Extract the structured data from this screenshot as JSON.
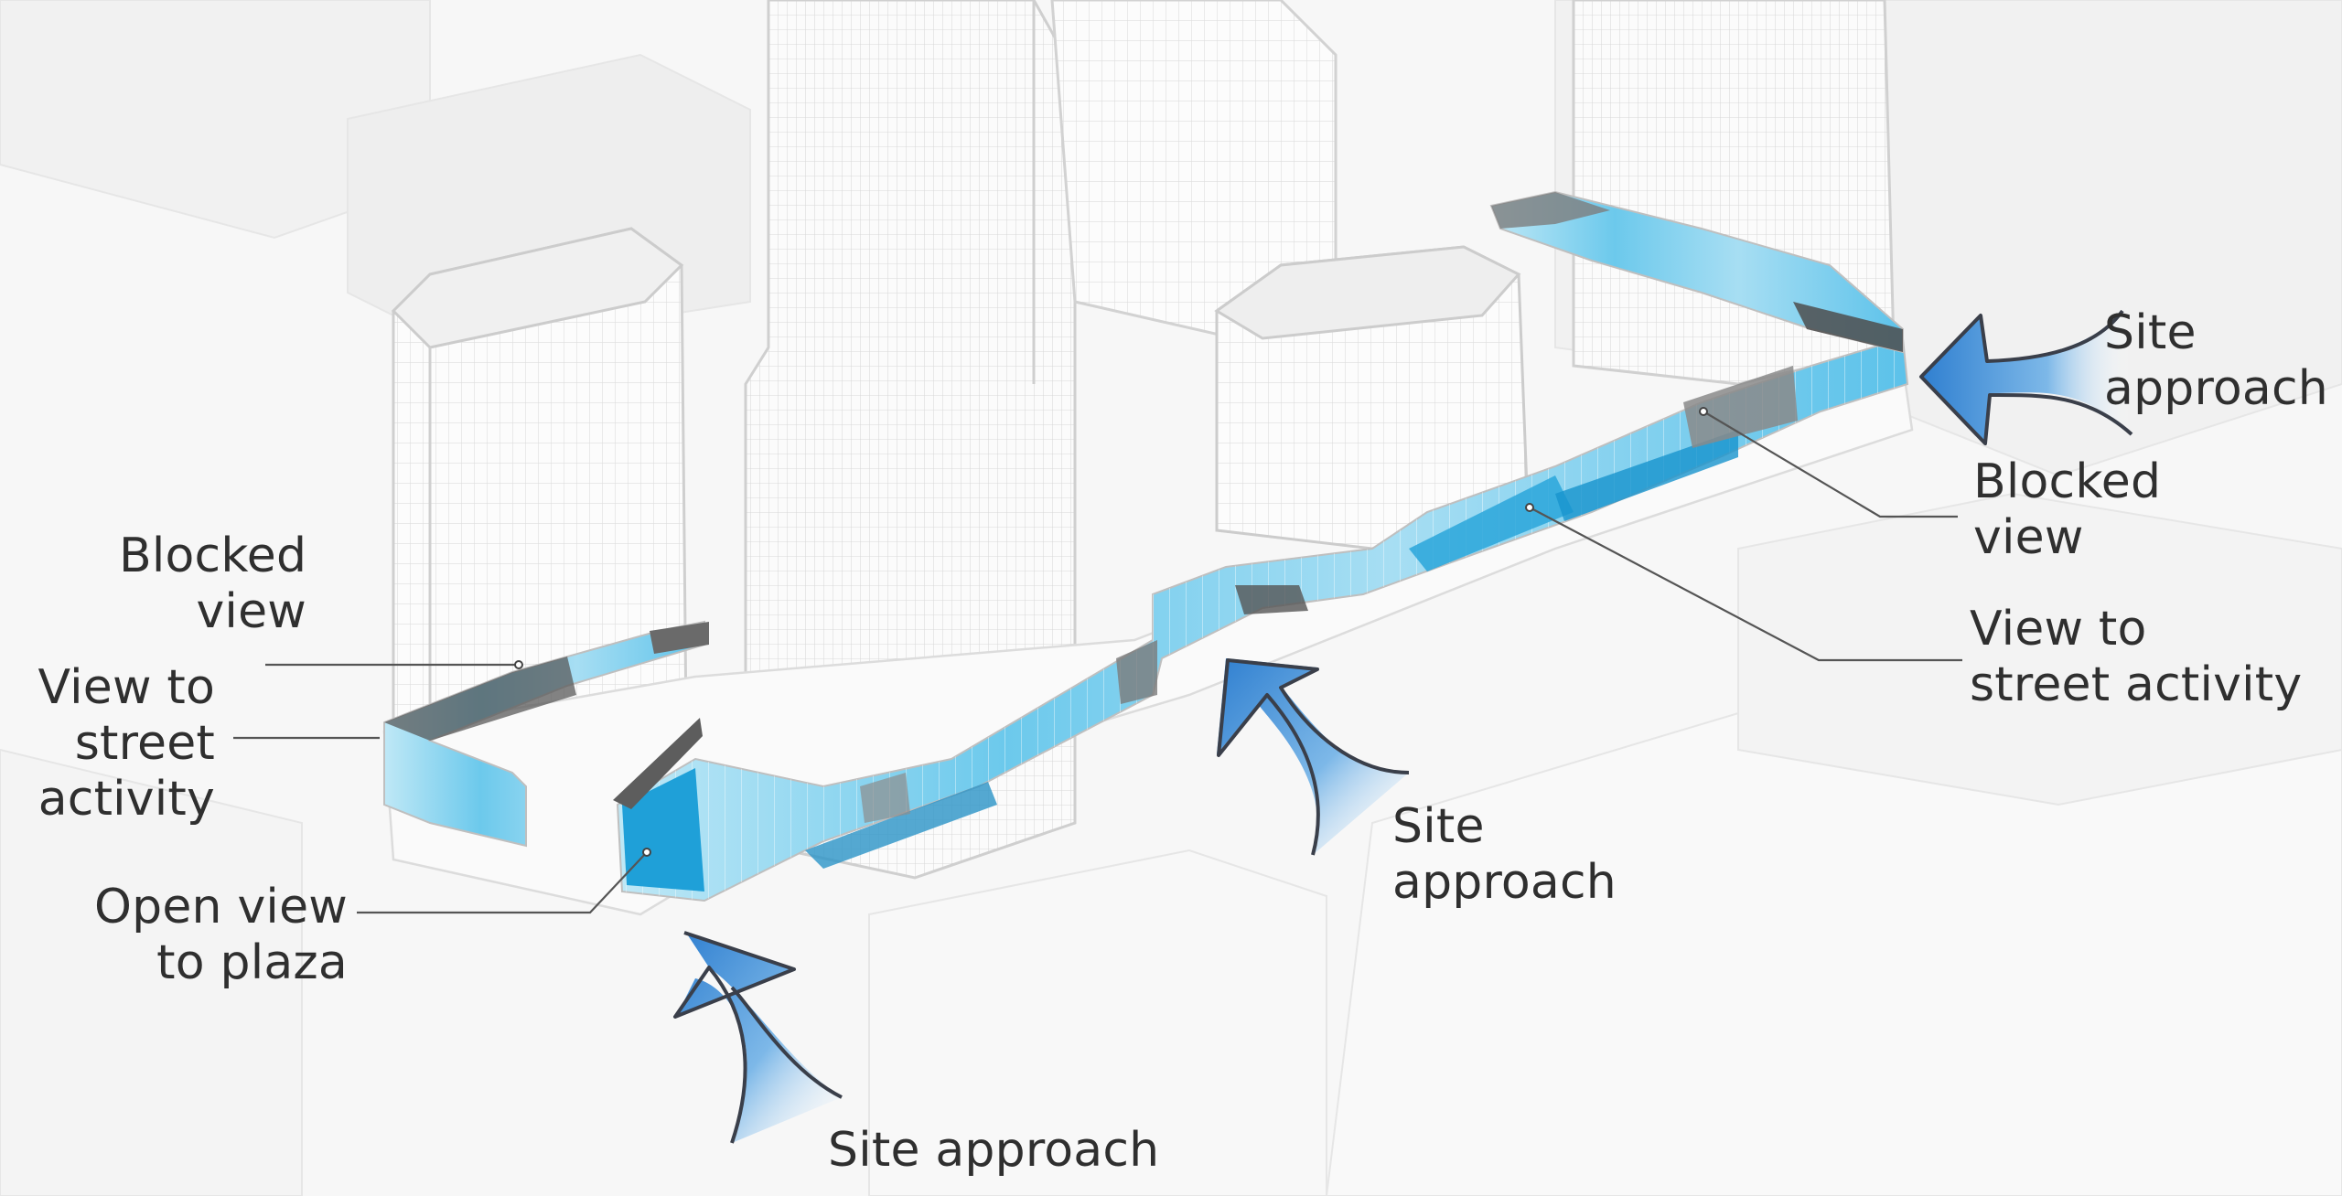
{
  "labels": {
    "blocked_view_left": "Blocked\nview",
    "view_street_left": "View to\nstreet\nactivity",
    "open_view_plaza": "Open view\nto plaza",
    "site_approach_bottom": "Site approach",
    "site_approach_middle": "Site\napproach",
    "site_approach_right": "Site\napproach",
    "blocked_view_right": "Blocked\nview",
    "view_street_right": "View to\nstreet activity"
  },
  "colors": {
    "background": "#f7f7f7",
    "building_fill": "#fbfbfb",
    "building_line": "#d6d6d6",
    "path_light": "#a9dff2",
    "path_mid": "#4fbde6",
    "path_dark": "#1f9fd6",
    "blocked_gray": "#6e6e6e",
    "arrow_fill": "#3f8fd6",
    "arrow_stroke": "#3a3f4a",
    "text": "#2f2f2f",
    "leader": "#555555"
  },
  "icons": [
    "site-approach-arrow-icon"
  ]
}
